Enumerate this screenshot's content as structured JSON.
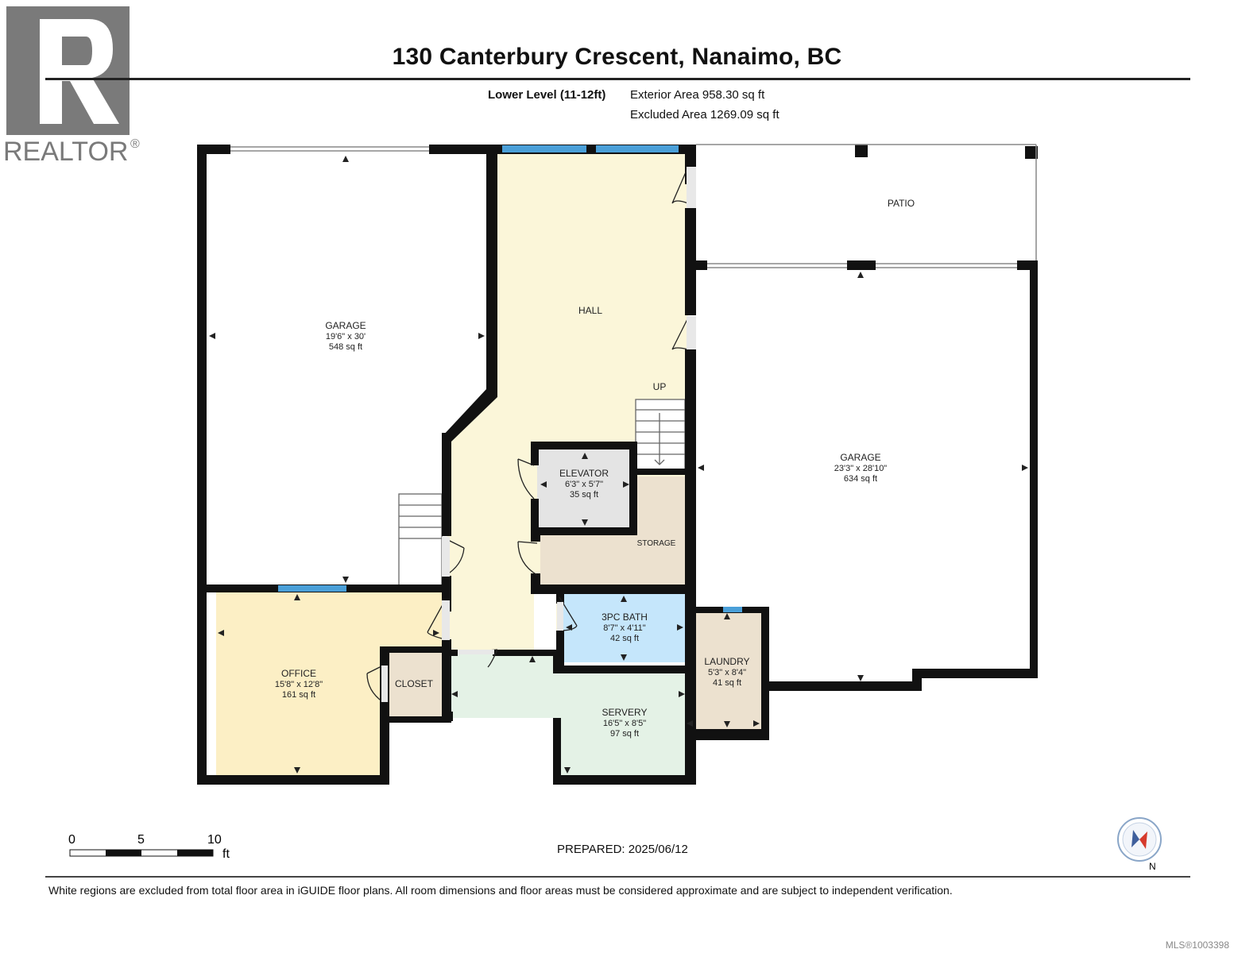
{
  "header": {
    "title": "130 Canterbury Crescent, Nanaimo, BC",
    "level_label": "Lower Level (11-12ft)",
    "exterior_area": "Exterior Area 958.30 sq ft",
    "excluded_area": "Excluded Area 1269.09 sq ft"
  },
  "logo": {
    "text": "REALTOR",
    "mark": "®",
    "icon": "realtor-r-logo"
  },
  "rooms": {
    "garage_left": {
      "name": "GARAGE",
      "dims": "19'6\" x 30'",
      "area": "548 sq ft"
    },
    "hall": {
      "name": "HALL"
    },
    "up": {
      "name": "UP"
    },
    "patio": {
      "name": "PATIO"
    },
    "garage_right": {
      "name": "GARAGE",
      "dims": "23'3\" x 28'10\"",
      "area": "634 sq ft"
    },
    "elevator": {
      "name": "ELEVATOR",
      "dims": "6'3\" x 5'7\"",
      "area": "35 sq ft"
    },
    "storage": {
      "name": "STORAGE"
    },
    "bath": {
      "name": "3PC BATH",
      "dims": "8'7\" x 4'11\"",
      "area": "42 sq ft"
    },
    "office": {
      "name": "OFFICE",
      "dims": "15'8\" x 12'8\"",
      "area": "161 sq ft"
    },
    "closet": {
      "name": "CLOSET"
    },
    "servery": {
      "name": "SERVERY",
      "dims": "16'5\" x 8'5\"",
      "area": "97 sq ft"
    },
    "laundry": {
      "name": "LAUNDRY",
      "dims": "5'3\" x 8'4\"",
      "area": "41 sq ft"
    }
  },
  "colors": {
    "wall": "#111111",
    "hall": "#fbf6d9",
    "office": "#fcefc5",
    "elevator": "#e4e4e4",
    "storage": "#ece1cf",
    "bath": "#c5e6fb",
    "closet": "#ece1cf",
    "servery": "#e4f2e6",
    "laundry": "#ece1cf",
    "window": "#4a9fd8"
  },
  "scale_bar": {
    "labels": [
      "0",
      "5",
      "10"
    ],
    "unit": "ft"
  },
  "prepared": "PREPARED: 2025/06/12",
  "compass": {
    "label": "N",
    "icon": "north-compass-icon"
  },
  "disclaimer": "White regions are excluded from total floor area in iGUIDE floor plans. All room dimensions and floor areas must be considered approximate and are subject to independent verification.",
  "mls": "MLS®1003398"
}
